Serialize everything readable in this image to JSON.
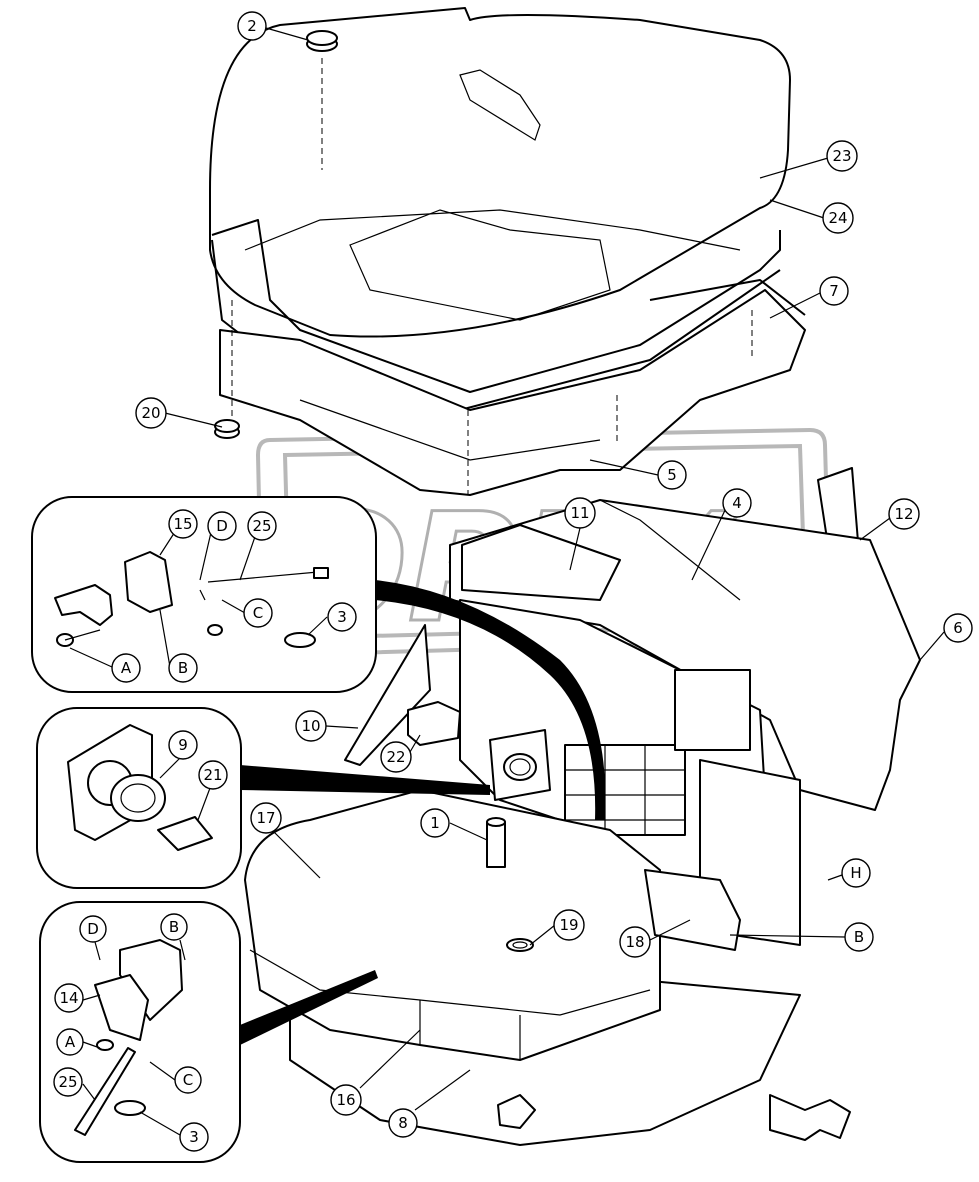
{
  "watermark": "OPEX",
  "callouts": [
    {
      "id": "c2",
      "label": "2"
    },
    {
      "id": "c23",
      "label": "23"
    },
    {
      "id": "c24",
      "label": "24"
    },
    {
      "id": "c7",
      "label": "7"
    },
    {
      "id": "c20",
      "label": "20"
    },
    {
      "id": "c5",
      "label": "5"
    },
    {
      "id": "c4",
      "label": "4"
    },
    {
      "id": "c11",
      "label": "11"
    },
    {
      "id": "c12",
      "label": "12"
    },
    {
      "id": "c6",
      "label": "6"
    },
    {
      "id": "c10",
      "label": "10"
    },
    {
      "id": "c22",
      "label": "22"
    },
    {
      "id": "c1",
      "label": "1"
    },
    {
      "id": "c17",
      "label": "17"
    },
    {
      "id": "c19",
      "label": "19"
    },
    {
      "id": "c18",
      "label": "18"
    },
    {
      "id": "cH",
      "label": "H"
    },
    {
      "id": "cB2",
      "label": "B"
    },
    {
      "id": "c16",
      "label": "16"
    },
    {
      "id": "c8",
      "label": "8"
    }
  ],
  "detail_top": {
    "callouts": [
      {
        "id": "d15",
        "label": "15"
      },
      {
        "id": "dD",
        "label": "D"
      },
      {
        "id": "d25",
        "label": "25"
      },
      {
        "id": "dC",
        "label": "C"
      },
      {
        "id": "d3",
        "label": "3"
      },
      {
        "id": "dA",
        "label": "A"
      },
      {
        "id": "dB",
        "label": "B"
      }
    ]
  },
  "detail_mid": {
    "callouts": [
      {
        "id": "m9",
        "label": "9"
      },
      {
        "id": "m21",
        "label": "21"
      }
    ]
  },
  "detail_bottom": {
    "callouts": [
      {
        "id": "bD",
        "label": "D"
      },
      {
        "id": "bB",
        "label": "B"
      },
      {
        "id": "b14",
        "label": "14"
      },
      {
        "id": "bA",
        "label": "A"
      },
      {
        "id": "bC",
        "label": "C"
      },
      {
        "id": "b25",
        "label": "25"
      },
      {
        "id": "b3",
        "label": "3"
      }
    ]
  },
  "icons": {
    "direction": "front-direction-arrow-icon"
  }
}
